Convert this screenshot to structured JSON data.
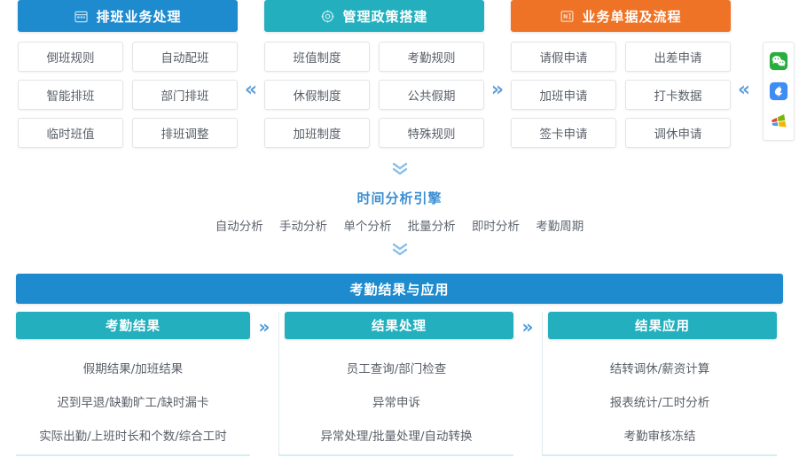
{
  "top": {
    "panels": [
      {
        "title": "排班业务处理",
        "icon": "calendar-icon",
        "color": "#1e8bce",
        "items": [
          "倒班规则",
          "自动配班",
          "智能排班",
          "部门排班",
          "临时班值",
          "排班调整"
        ]
      },
      {
        "title": "管理政策搭建",
        "icon": "settings-gear-icon",
        "color": "#23afbd",
        "items": [
          "班值制度",
          "考勤规则",
          "休假制度",
          "公共假期",
          "加班制度",
          "特殊规则"
        ]
      },
      {
        "title": "业务单据及流程",
        "icon": "document-flow-icon",
        "color": "#ee7326",
        "items": [
          "请假申请",
          "出差申请",
          "加班申请",
          "打卡数据",
          "签卡申请",
          "调休申请"
        ]
      }
    ],
    "separators": [
      "«",
      "»",
      "«"
    ],
    "app_rail": [
      "wechat-icon",
      "dingtalk-icon",
      "windows-icon"
    ]
  },
  "engine": {
    "arrow_top": "»",
    "arrow_bottom": "»",
    "title": "时间分析引擎",
    "tags": [
      "自动分析",
      "手动分析",
      "单个分析",
      "批量分析",
      "即时分析",
      "考勤周期"
    ]
  },
  "bottom": {
    "banner": "考勤结果与应用",
    "separators": [
      "»",
      "»"
    ],
    "cards": [
      {
        "title": "考勤结果",
        "lines": [
          "假期结果/加班结果",
          "迟到早退/缺勤旷工/缺时漏卡",
          "实际出勤/上班时长和个数/综合工时"
        ]
      },
      {
        "title": "结果处理",
        "lines": [
          "员工查询/部门检查",
          "异常申诉",
          "异常处理/批量处理/自动转换"
        ]
      },
      {
        "title": "结果应用",
        "lines": [
          "结转调休/薪资计算",
          "报表统计/工时分析",
          "考勤审核冻结"
        ]
      }
    ]
  }
}
